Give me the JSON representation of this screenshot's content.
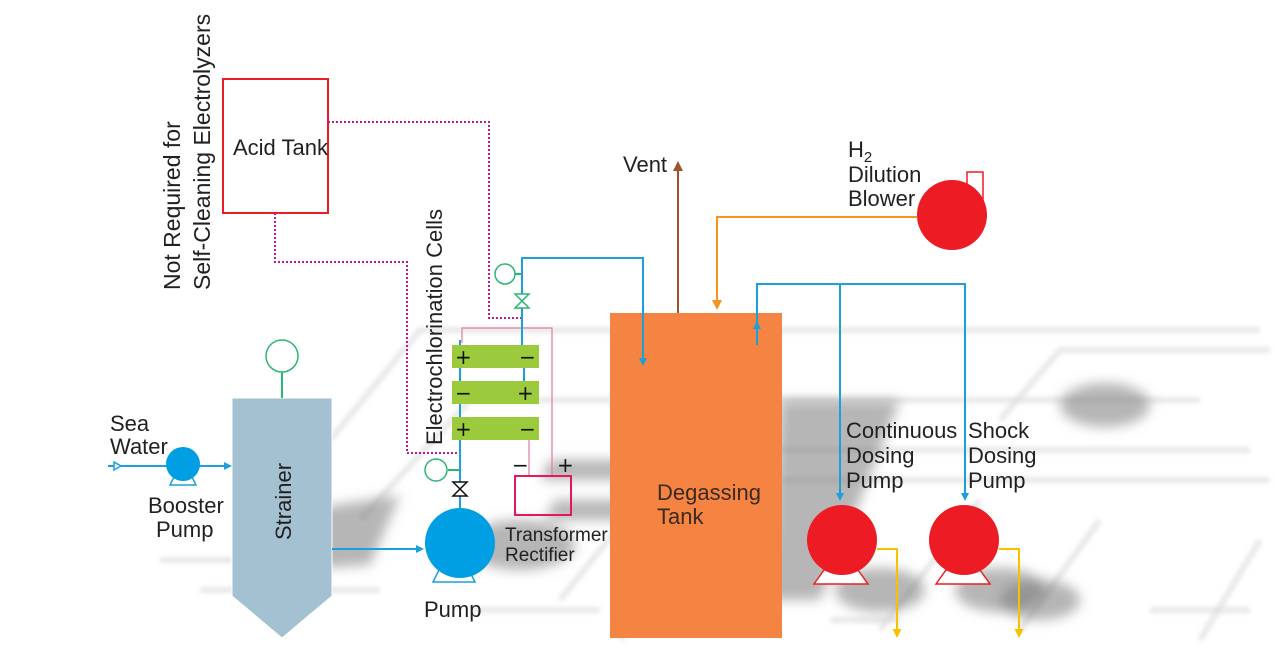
{
  "diagram": {
    "title": "Electrochlorination process flow",
    "labels": {
      "note_line1": "Not Required for",
      "note_line2": "Self-Cleaning Electrolyzers",
      "acid_tank": "Acid Tank",
      "electrochlorination_cells": "Electrochlorination Cells",
      "sea_water_line1": "Sea",
      "sea_water_line2": "Water",
      "booster_pump_line1": "Booster",
      "booster_pump_line2": "Pump",
      "strainer": "Strainer",
      "pump": "Pump",
      "transformer_line1": "Transformer",
      "transformer_line2": "Rectifier",
      "vent": "Vent",
      "h2_line1": "H",
      "h2_sub": "2",
      "h2_line2": "Dilution",
      "h2_line3": "Blower",
      "degassing_line1": "Degassing",
      "degassing_line2": "Tank",
      "continuous_line1": "Continuous",
      "continuous_line2": "Dosing",
      "continuous_line3": "Pump",
      "shock_line1": "Shock",
      "shock_line2": "Dosing",
      "shock_line3": "Pump"
    },
    "cells": [
      {
        "left": "+",
        "right": "−"
      },
      {
        "left": "−",
        "right": "+"
      },
      {
        "left": "+",
        "right": "−"
      }
    ],
    "rectifier_terminals": {
      "negative": "−",
      "positive": "+"
    },
    "colors": {
      "water_line": "#1ba0dc",
      "acid_line": "#c2188c",
      "air_line": "#f7941d",
      "vent_line": "#a0522d",
      "dosing_out": "#f9c000",
      "degassing_tank": "#f58342",
      "strainer": "#a3c1d0",
      "cells": "#9bcb3c",
      "red_equipment": "#ed1c24",
      "instrument": "#2bb673",
      "electrical": "#e4185b"
    }
  }
}
